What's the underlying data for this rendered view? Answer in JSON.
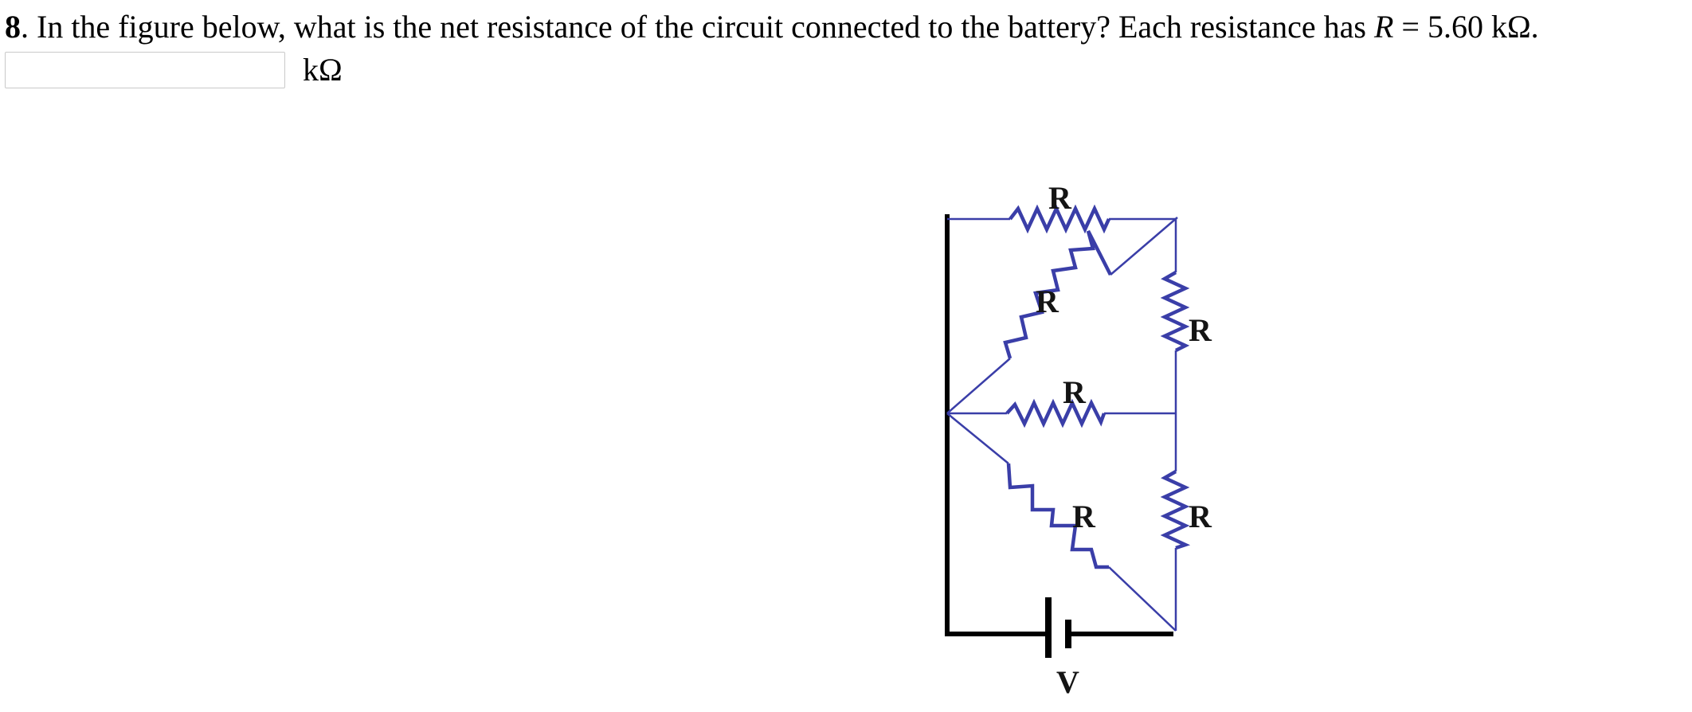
{
  "question": {
    "number": "8",
    "text_before_var": ". In the figure below, what is the net resistance of the circuit connected to the battery? Each resistance has ",
    "variable": "R",
    "text_after_var": " = 5.60 kΩ."
  },
  "answer": {
    "value": "",
    "unit": "kΩ"
  },
  "figure": {
    "resistor_label": "R",
    "battery_label": "V",
    "wire_color": "#3a3ea8",
    "battery_wire_color": "#000000"
  }
}
